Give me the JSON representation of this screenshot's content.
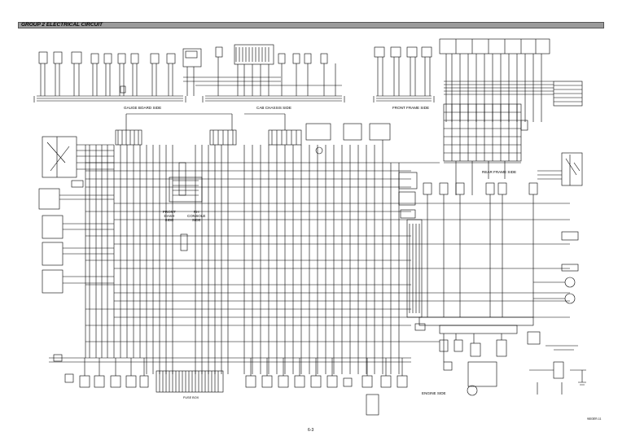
{
  "header": {
    "title": "GROUP 2 ELECTRICAL CIRCUIT"
  },
  "sections": {
    "gauge_board_side": "GAUGE BOARD SIDE",
    "cab_chassis_side": "CAB CHASSIS SIDE",
    "front_frame_side": "FRONT FRAME SIDE",
    "rear_frame_side": "REAR FRAME SIDE",
    "front_dash_side": "FRONT\nDASH\nSIDE",
    "rh_console_side": "RH\nCONSOLE\nSIDE",
    "engine_side": "ENGINE SIDE",
    "fuse_box": "FUSE BOX"
  },
  "footer": {
    "page_number": "6-3",
    "drawing_code": "9803ER-11"
  },
  "colors": {
    "line": "#000000",
    "header_bar": "#9a9a9a",
    "background": "#ffffff"
  }
}
